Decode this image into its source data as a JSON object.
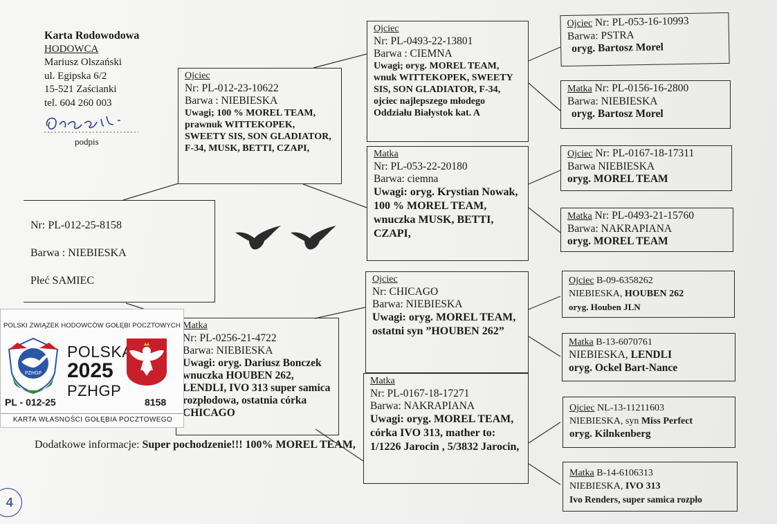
{
  "header": {
    "title": "Karta Rodowodowa",
    "hodowca_label": "HODOWCA",
    "name": "Mariusz Olszański",
    "street": "ul. Egipska 6/2",
    "city": "15-521 Zaścianki",
    "phone": "tel. 604 260 003",
    "signature_label": "podpis"
  },
  "subject": {
    "nr": "Nr: PL-012-25-8158",
    "barwa": "Barwa : NIEBIESKA",
    "plec": "Płeć  SAMIEC"
  },
  "father": {
    "label": "Ojciec",
    "nr": "Nr: PL-012-23-10622",
    "barwa": "Barwa : NIEBIESKA",
    "uwagi": "Uwagi; 100 % MOREL TEAM, prawnuk WITTEKOPEK, SWEETY SIS, SON GLADIATOR, F-34, MUSK, BETTI, CZAPI,"
  },
  "mother": {
    "label": "Matka",
    "nr": "Nr: PL-0256-21-4722",
    "barwa": "Barwa: NIEBIESKA",
    "uwagi": "Uwagi: oryg. Dariusz Bonczek wnuczka HOUBEN 262, LENDLI, IVO 313 super samica rozpłodowa, ostatnia córka CHICAGO"
  },
  "ff": {
    "label": "Ojciec",
    "nr": "Nr: PL-0493-22-13801",
    "barwa": "Barwa : CIEMNA",
    "uwagi": "Uwagi; oryg. MOREL TEAM, wnuk WITTEKOPEK, SWEETY SIS, SON GLADIATOR, F-34, ojciec najlepszego młodego Oddziału Białystok kat. A"
  },
  "fm": {
    "label": "Matka",
    "nr": "Nr: PL-053-22-20180",
    "barwa": "Barwa: ciemna",
    "uwagi": "Uwagi: oryg. Krystian Nowak, 100 % MOREL TEAM, wnuczka MUSK, BETTI, CZAPI,"
  },
  "mf": {
    "label": "Ojciec",
    "nr": "Nr: CHICAGO",
    "barwa": "Barwa: NIEBIESKA",
    "uwagi": "Uwagi: oryg. MOREL TEAM, ostatni syn ”HOUBEN 262”"
  },
  "mm": {
    "label": "Matka",
    "nr": "Nr: PL-0167-18-17271",
    "barwa": "Barwa: NAKRAPIANA",
    "uwagi": "Uwagi: oryg. MOREL TEAM,  córka IVO 313, mather to: 1/1226 Jarocin , 5/3832 Jarocin,"
  },
  "g1": {
    "label": "Ojciec",
    "nr": " Nr: PL-053-16-10993",
    "barwa": "Barwa: PSTRA",
    "oryg": "oryg. Bartosz Morel"
  },
  "g2": {
    "label": "Matka",
    "nr": " Nr: PL-0156-16-2800",
    "barwa": "Barwa: NIEBIESKA",
    "oryg": "oryg. Bartosz Morel"
  },
  "g3": {
    "label": "Ojciec",
    "nr": "  Nr: PL-0167-18-17311",
    "barwa": "Barwa NIEBIESKA",
    "oryg": "oryg. MOREL TEAM"
  },
  "g4": {
    "label": "Matka",
    "nr": " Nr: PL-0493-21-15760",
    "barwa": "Barwa: NAKRAPIANA",
    "oryg": "oryg. MOREL TEAM"
  },
  "g5": {
    "label": "Ojciec",
    "nr": "  B-09-6358262",
    "barwa": "NIEBIESKA, ",
    "barwa_b": "HOUBEN 262",
    "oryg": "oryg. Houben JLN"
  },
  "g6": {
    "label": "Matka",
    "nr": " B-13-6070761",
    "barwa": "NIEBIESKA, ",
    "barwa_b": "LENDLI",
    "oryg": "oryg. Ockel Bart-Nance"
  },
  "g7": {
    "label": "Ojciec",
    "nr": "  NL-13-11211603",
    "barwa": "NIEBIESKA,  syn ",
    "barwa_b": "Miss Perfect",
    "oryg": "oryg. Kilnkenberg"
  },
  "g8": {
    "label": "Matka",
    "nr": " B-14-6106313",
    "barwa": "NIEBIESKA,   ",
    "barwa_b": "IVO 313",
    "oryg": "Ivo Renders, super samica rozpło"
  },
  "badge": {
    "top": "POLSKI ZWIĄZEK HODOWCÓW GOŁĘBI POCZTOWYCH",
    "country": "POLSKA",
    "year": "2025",
    "org": "PZHGP",
    "ring": "PL - 012-25",
    "number": "8158",
    "bottom": "KARTA  WŁASNOŚCI GOŁĘBIA POCZTOWEGO",
    "logo_text": "PZHGP"
  },
  "additional": {
    "label": "Dodatkowe informacje: ",
    "text": "Super pochodzenie!!! 100% MOREL TEAM,"
  },
  "page_mark": "4",
  "colors": {
    "ink": "#1a1a1a",
    "badge_red": "#c8202a",
    "badge_green": "#2f8a3a",
    "badge_blue": "#2b56a8",
    "pen_blue": "#2c3f8a"
  }
}
